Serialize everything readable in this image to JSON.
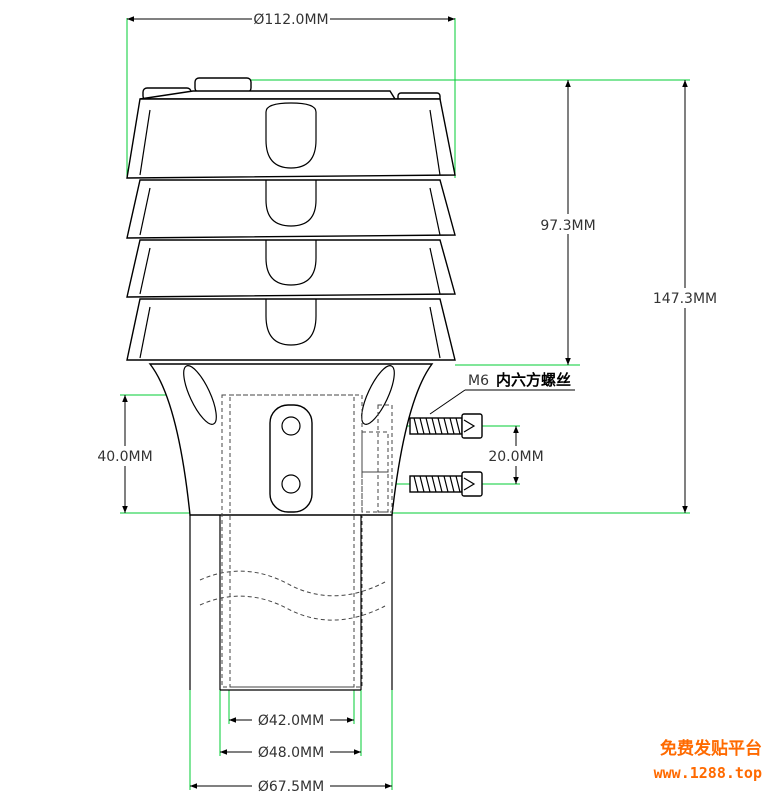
{
  "dimensions": {
    "top_diameter": "Ø112.0MM",
    "shield_height": "97.3MM",
    "total_height": "147.3MM",
    "mount_height": "40.0MM",
    "hole_spacing": "20.0MM",
    "pipe_inner_diameter": "Ø42.0MM",
    "pipe_outer_diameter": "Ø48.0MM",
    "base_diameter": "Ø67.5MM"
  },
  "annotation": {
    "screw_prefix": "M6",
    "screw_text": "内六方螺丝"
  },
  "watermark": {
    "line1": "免费发贴平台",
    "line2": "www.1288.top",
    "color": "#ff6a00"
  },
  "colors": {
    "dimension_extension": "#00cc33",
    "outline": "#000000"
  }
}
